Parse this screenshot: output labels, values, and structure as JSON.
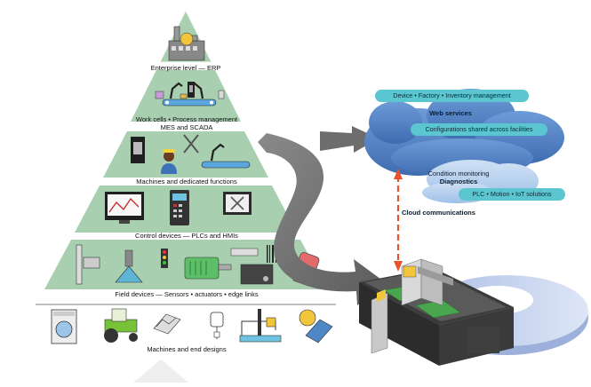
{
  "pyramid": {
    "levels": [
      {
        "label": "Enterprise level — ERP",
        "icon": "factory-icon"
      },
      {
        "label": "Work cells • Process management",
        "label2": "MES and SCADA",
        "icon": "robot-arms-icon"
      },
      {
        "label": "Machines and dedicated functions",
        "icon": "operator-tools-icon"
      },
      {
        "label": "Control devices — PLCs and HMIs",
        "icon": "plc-hmi-icon"
      },
      {
        "label": "Field devices — Sensors • actuators • edge links",
        "icon": "sensors-actuators-icon"
      }
    ],
    "base_label": "Machines and end designs",
    "base_icons": [
      "washing-machine-icon",
      "tractor-icon",
      "printer-icon",
      "iv-bag-icon",
      "sewing-machine-icon",
      "solar-panel-icon"
    ]
  },
  "cloud": {
    "pills": [
      "Device • Factory • Inventory  management",
      "Configurations  shared  across  facilities",
      "PLC • Motion • IoT solutions"
    ],
    "web_services": "Web services",
    "condition_monitoring": "Condition monitoring",
    "diagnostics": "Diagnostics",
    "communications": "Cloud communications"
  },
  "colors": {
    "tier_fill": "#a8cfb0",
    "cloud_blue": "#4f7fc0",
    "cloud_light": "#b9d3ee",
    "pill": "#5bc6d0",
    "arrow_gray": "#6d6d6d",
    "dashed_arrow": "#e8542a",
    "disk": "#c9d6f0"
  }
}
